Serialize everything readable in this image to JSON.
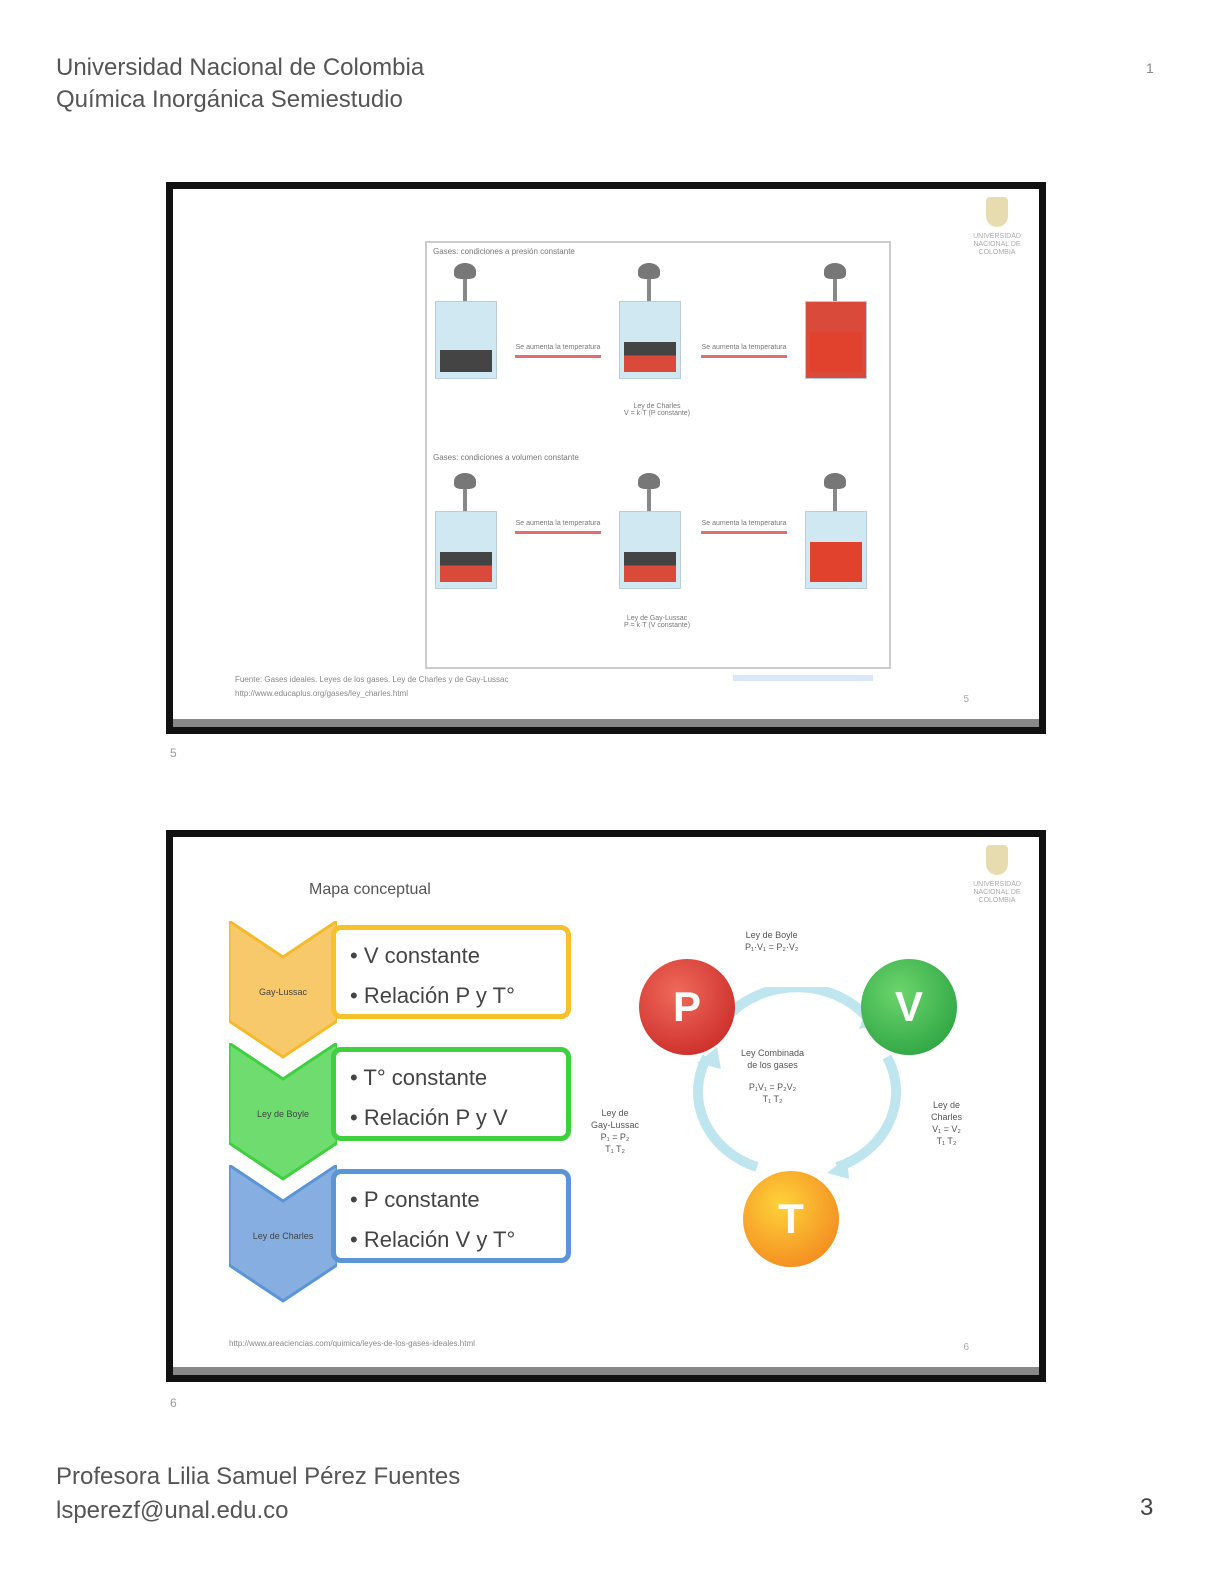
{
  "header": {
    "line1": "Universidad Nacional de Colombia",
    "line2": "Química Inorgánica Semiestudio",
    "corner_mark": "1"
  },
  "slides": [
    {
      "number_label": "5",
      "inner_number": "5",
      "logo_text": "UNIVERSIDAD NACIONAL DE COLOMBIA",
      "figure": {
        "row1_title": "Gases: condiciones a presión constante",
        "row2_title": "Gases: condiciones a volumen constante",
        "row1_arrows": [
          "Se aumenta la temperatura",
          "Se aumenta la temperatura"
        ],
        "row2_arrows": [
          "Se aumenta la temperatura",
          "Se aumenta la temperatura"
        ],
        "row1_caption": [
          "Ley de Charles",
          "V = k·T   (P constante)"
        ],
        "row2_caption": [
          "Ley de Gay-Lussac",
          "P = k·T   (V constante)"
        ]
      },
      "source": [
        "Fuente: Gases ideales. Leyes de los gases. Ley de Charles y de Gay-Lussac",
        "http://www.educaplus.org/gases/ley_charles.html"
      ]
    },
    {
      "number_label": "6",
      "inner_number": "6",
      "logo_text": "UNIVERSIDAD NACIONAL DE COLOMBIA",
      "title": "Mapa conceptual",
      "chevrons": [
        {
          "label": "Gay-Lussac",
          "color": "#f8c96a"
        },
        {
          "label": "Ley de Boyle",
          "color": "#6fdc6f"
        },
        {
          "label": "Ley de Charles",
          "color": "#86aee0"
        }
      ],
      "boxes": [
        {
          "line1": "• V constante",
          "line2": "• Relación P y T°"
        },
        {
          "line1": "• T° constante",
          "line2": "• Relación P y V"
        },
        {
          "line1": "• P constante",
          "line2": "• Relación V y T°"
        }
      ],
      "balls": {
        "p": "P",
        "v": "V",
        "t": "T"
      },
      "laws": {
        "top": [
          "Ley de Boyle",
          "P₁·V₁ = P₂·V₂"
        ],
        "center": [
          "Ley Combinada",
          "de los gases",
          "P₁V₁ = P₂V₂",
          "T₁     T₂"
        ],
        "left": [
          "Ley de",
          "Gay-Lussac",
          "P₁ = P₂",
          "T₁   T₂"
        ],
        "right": [
          "Ley de",
          "Charles",
          "V₁ = V₂",
          "T₁   T₂"
        ]
      },
      "source": "http://www.areaciencias.com/quimica/leyes-de-los-gases-ideales.html"
    }
  ],
  "footer": {
    "line1": "Profesora Lilia Samuel Pérez Fuentes",
    "line2": "lsperezf@unal.edu.co",
    "page_number": "3"
  }
}
